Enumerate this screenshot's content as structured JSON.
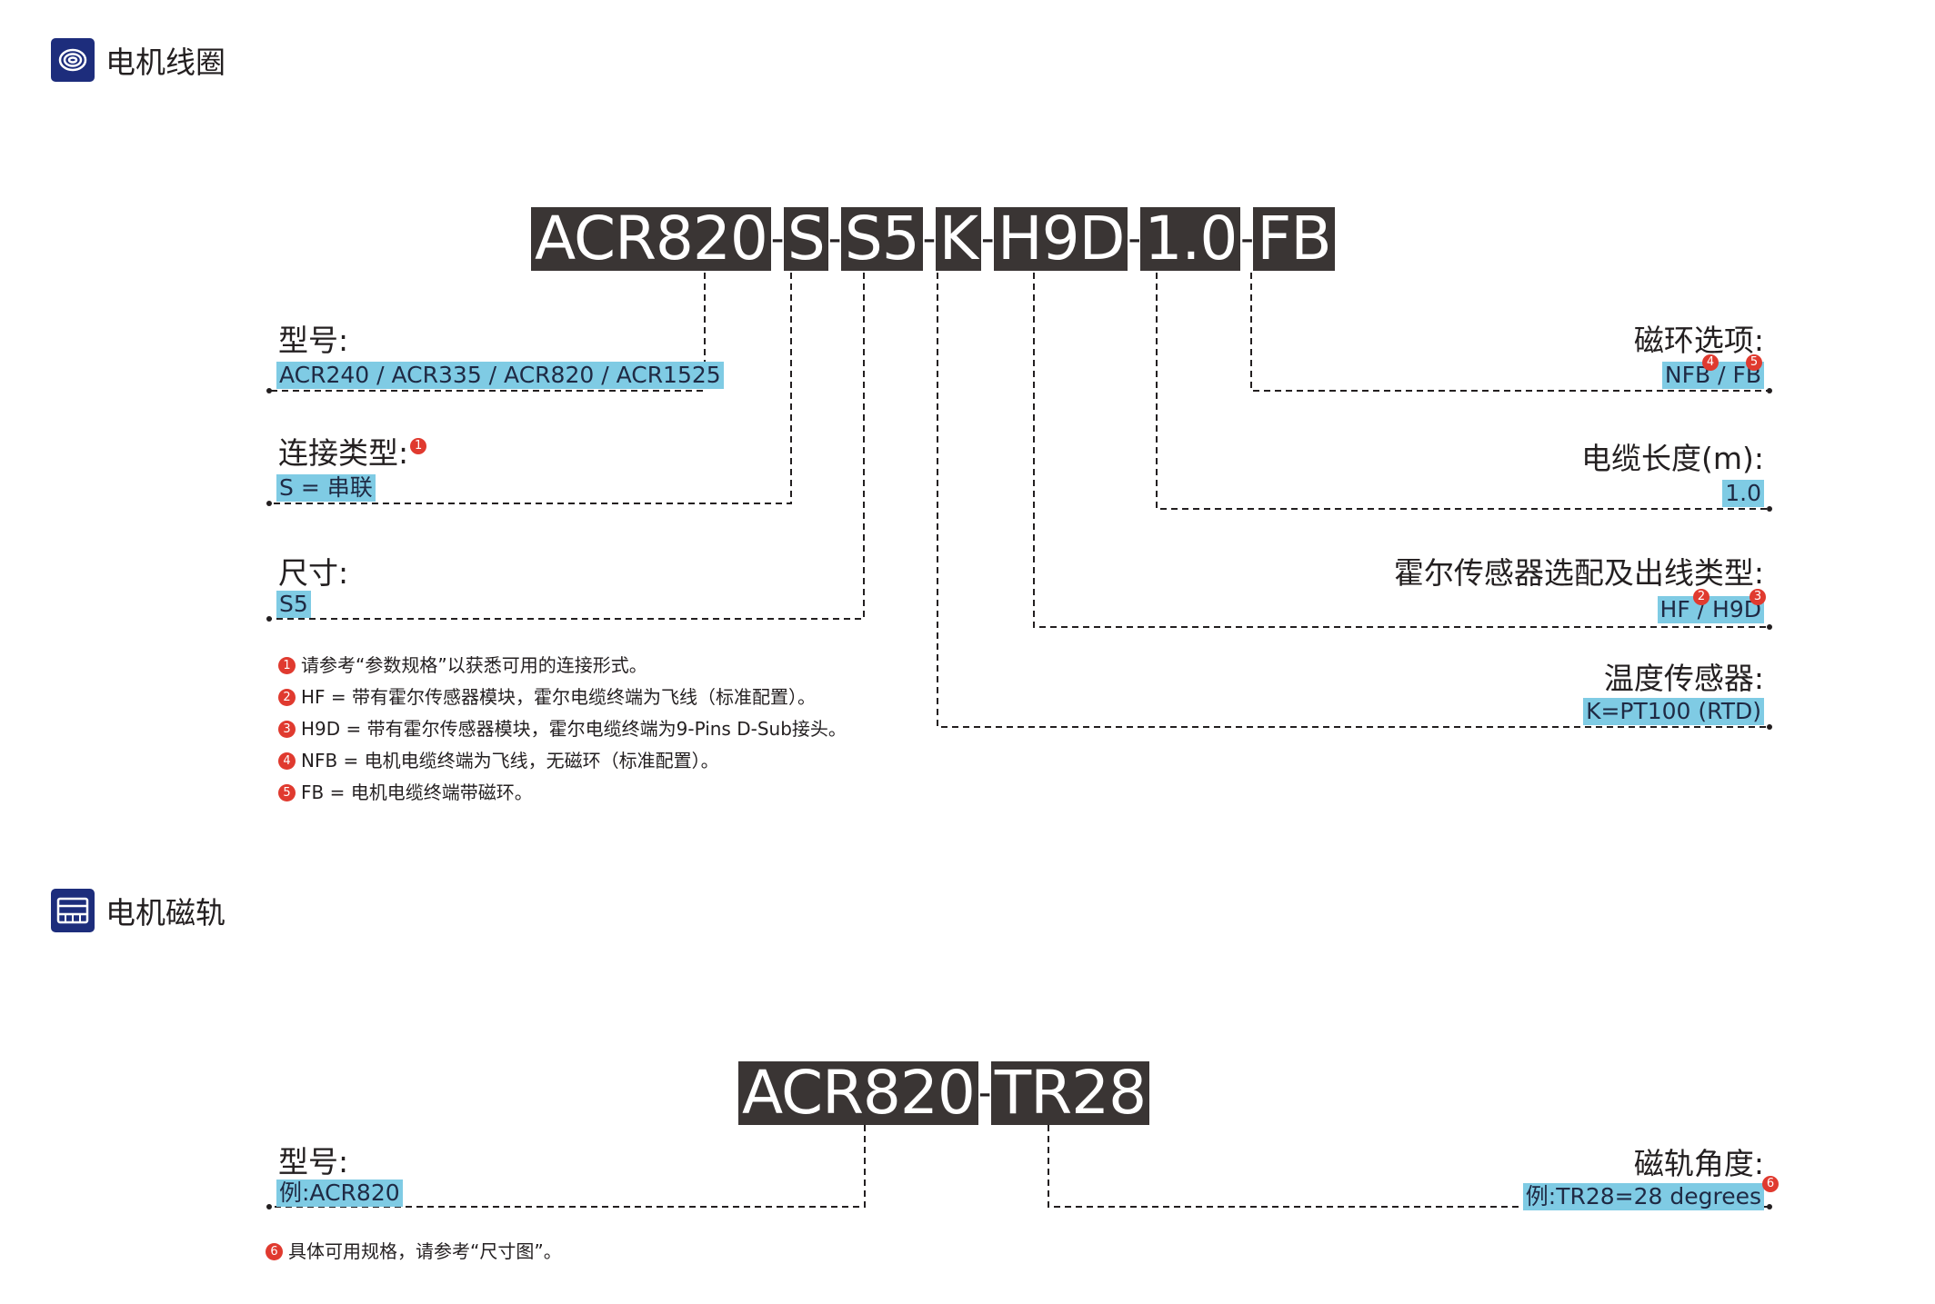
{
  "section1": {
    "title": "电机线圈",
    "icon": "coil-icon",
    "code_segments": [
      "ACR820",
      "S",
      "S5",
      "K",
      "H9D",
      "1.0",
      "FB"
    ],
    "separator": "-",
    "left_fields": [
      {
        "label": "型号:",
        "value": "ACR240 / ACR335 / ACR820 / ACR1525"
      },
      {
        "label": "连接类型:",
        "value": "S = 串联",
        "badge": "1"
      },
      {
        "label": "尺寸:",
        "value": "S5"
      }
    ],
    "right_fields": [
      {
        "label": "磁环选项:",
        "value": "NFB / FB",
        "badges": [
          "4",
          "5"
        ]
      },
      {
        "label": "电缆长度(m):",
        "value": "1.0"
      },
      {
        "label": "霍尔传感器选配及出线类型:",
        "value": "HF / H9D",
        "badges": [
          "2",
          "3"
        ]
      },
      {
        "label": "温度传感器:",
        "value": "K=PT100 (RTD)"
      }
    ],
    "notes": [
      {
        "num": "1",
        "text": "请参考“参数规格”以获悉可用的连接形式。"
      },
      {
        "num": "2",
        "text": "HF = 带有霍尔传感器模块，霍尔电缆终端为飞线（标准配置）。"
      },
      {
        "num": "3",
        "text": "H9D = 带有霍尔传感器模块，霍尔电缆终端为9-Pins D-Sub接头。"
      },
      {
        "num": "4",
        "text": "NFB = 电机电缆终端为飞线，无磁环（标准配置）。"
      },
      {
        "num": "5",
        "text": "FB = 电机电缆终端带磁环。"
      }
    ]
  },
  "section2": {
    "title": "电机磁轨",
    "icon": "magnetic-track-icon",
    "code_segments": [
      "ACR820",
      "TR28"
    ],
    "separator": "-",
    "left_field": {
      "label": "型号:",
      "value": "例:ACR820"
    },
    "right_field": {
      "label": "磁轨角度:",
      "value": "例:TR28=28 degrees",
      "badge": "6"
    },
    "note": {
      "num": "6",
      "text": "具体可用规格，请参考“尺寸图”。"
    }
  },
  "colors": {
    "code_bg": "#3a3534",
    "value_highlight": "#7fcbe4",
    "badge": "#e03a2f",
    "icon_bg": "#1d2d7c"
  }
}
